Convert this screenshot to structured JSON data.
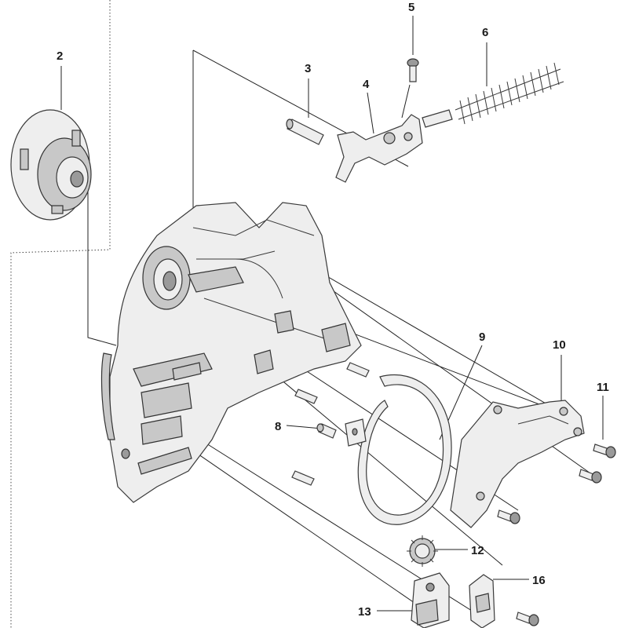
{
  "callouts": [
    "2",
    "3",
    "4",
    "5",
    "6",
    "8",
    "9",
    "10",
    "11",
    "12",
    "13",
    "16"
  ],
  "colors": {
    "line": "#222222",
    "part_fill": "#eeeeee",
    "shade": "#9a9a9a",
    "background": "#ffffff"
  }
}
